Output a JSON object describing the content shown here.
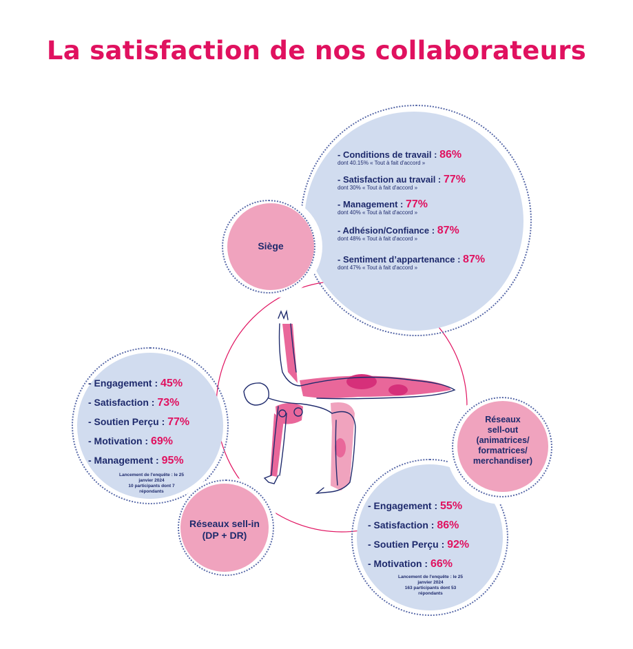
{
  "title": "La satisfaction de nos collaborateurs",
  "colors": {
    "accent": "#e0115f",
    "navy": "#1e2a6c",
    "blue_circle": "#d1dcef",
    "pink_circle": "#f0a3be"
  },
  "siege": {
    "label": "Siège",
    "items": [
      {
        "label": "- Conditions de travail :",
        "value": "86%",
        "detail": "dont 40.15% « Tout à fait d'accord »"
      },
      {
        "label": "- Satisfaction au travail :",
        "value": "77%",
        "detail": "dont 30% « Tout à fait d'accord »"
      },
      {
        "label": "- Management :",
        "value": "77%",
        "detail": "dont 40% « Tout à fait d'accord »"
      },
      {
        "label": "- Adhésion/Confiance :",
        "value": "87%",
        "detail": "dont 48% « Tout à fait d'accord »"
      },
      {
        "label": "- Sentiment d’appartenance :",
        "value": "87%",
        "detail": "dont 47% « Tout à fait d'accord »"
      }
    ]
  },
  "sell_in": {
    "label_line1": "Réseaux sell-in",
    "label_line2": "(DP + DR)",
    "items": [
      {
        "label": "- Engagement :",
        "value": "45%"
      },
      {
        "label": "- Satisfaction :",
        "value": "73%"
      },
      {
        "label": "- Soutien Perçu :",
        "value": "77%"
      },
      {
        "label": "- Motivation :",
        "value": "69%"
      },
      {
        "label": "- Management :",
        "value": "95%"
      }
    ],
    "note_line1": "Lancement de l'enquête : le 25",
    "note_line2": "janvier 2024",
    "note_line3": "10 participants dont 7",
    "note_line4": "répondants"
  },
  "sell_out": {
    "label_line1": "Réseaux",
    "label_line2": "sell-out",
    "label_line3": "(animatrices/",
    "label_line4": "formatrices/",
    "label_line5": "merchandiser)",
    "items": [
      {
        "label": "- Engagement :",
        "value": "55%"
      },
      {
        "label": "- Satisfaction :",
        "value": "86%"
      },
      {
        "label": "- Soutien Perçu :",
        "value": "92%"
      },
      {
        "label": "- Motivation :",
        "value": "66%"
      }
    ],
    "note_line1": "Lancement de l'enquête : le 25",
    "note_line2": "janvier 2024",
    "note_line3": "163 participants dont 53",
    "note_line4": "répondants"
  }
}
